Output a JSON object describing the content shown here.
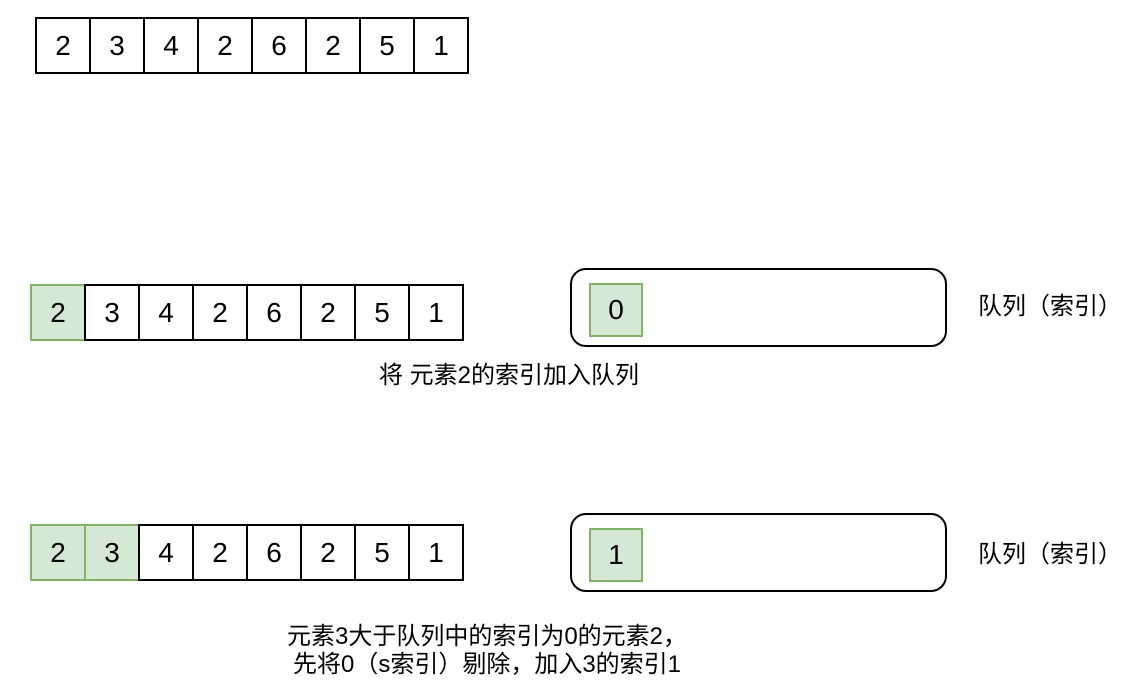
{
  "diagram": {
    "array_values": [
      "2",
      "3",
      "4",
      "2",
      "6",
      "2",
      "5",
      "1"
    ],
    "colors": {
      "highlight_fill": "#d5e8d4",
      "highlight_border": "#82b366",
      "cell_border": "#000000",
      "background": "#ffffff"
    },
    "step1": {
      "queue_items": [
        "0"
      ],
      "queue_label": "队列（索引）",
      "caption": "将 元素2的索引加入队列"
    },
    "step2": {
      "queue_items": [
        "1"
      ],
      "queue_label": "队列（索引）",
      "caption_line1": "元素3大于队列中的索引为0的元素2，",
      "caption_line2": "先将0（s索引）剔除，加入3的索引1"
    }
  }
}
